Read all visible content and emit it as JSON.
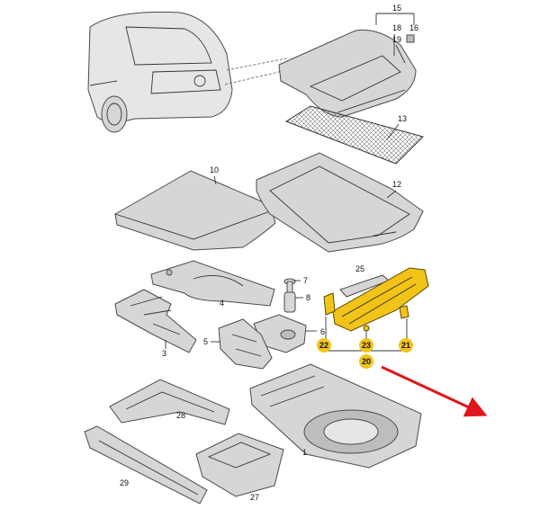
{
  "colors": {
    "highlight": "#f2c318",
    "arrow": "#e0161c",
    "part_fill": "#d6d6d6",
    "outline": "#4a4a4a"
  },
  "labels": {
    "p1": "1",
    "p3": "3",
    "p4": "4",
    "p5": "5",
    "p6": "6",
    "p7": "7",
    "p8": "8",
    "p10": "10",
    "p12": "12",
    "p13": "13",
    "p15": "15",
    "p16": "16",
    "p18": "18",
    "p19": "19",
    "p25": "25",
    "p27": "27",
    "p28": "28",
    "p29": "29"
  },
  "highlighted": {
    "p20": "20",
    "p21": "21",
    "p22": "22",
    "p23": "23"
  },
  "icons": {
    "pointer": "red-arrow-icon",
    "car": "car-rear-icon"
  }
}
